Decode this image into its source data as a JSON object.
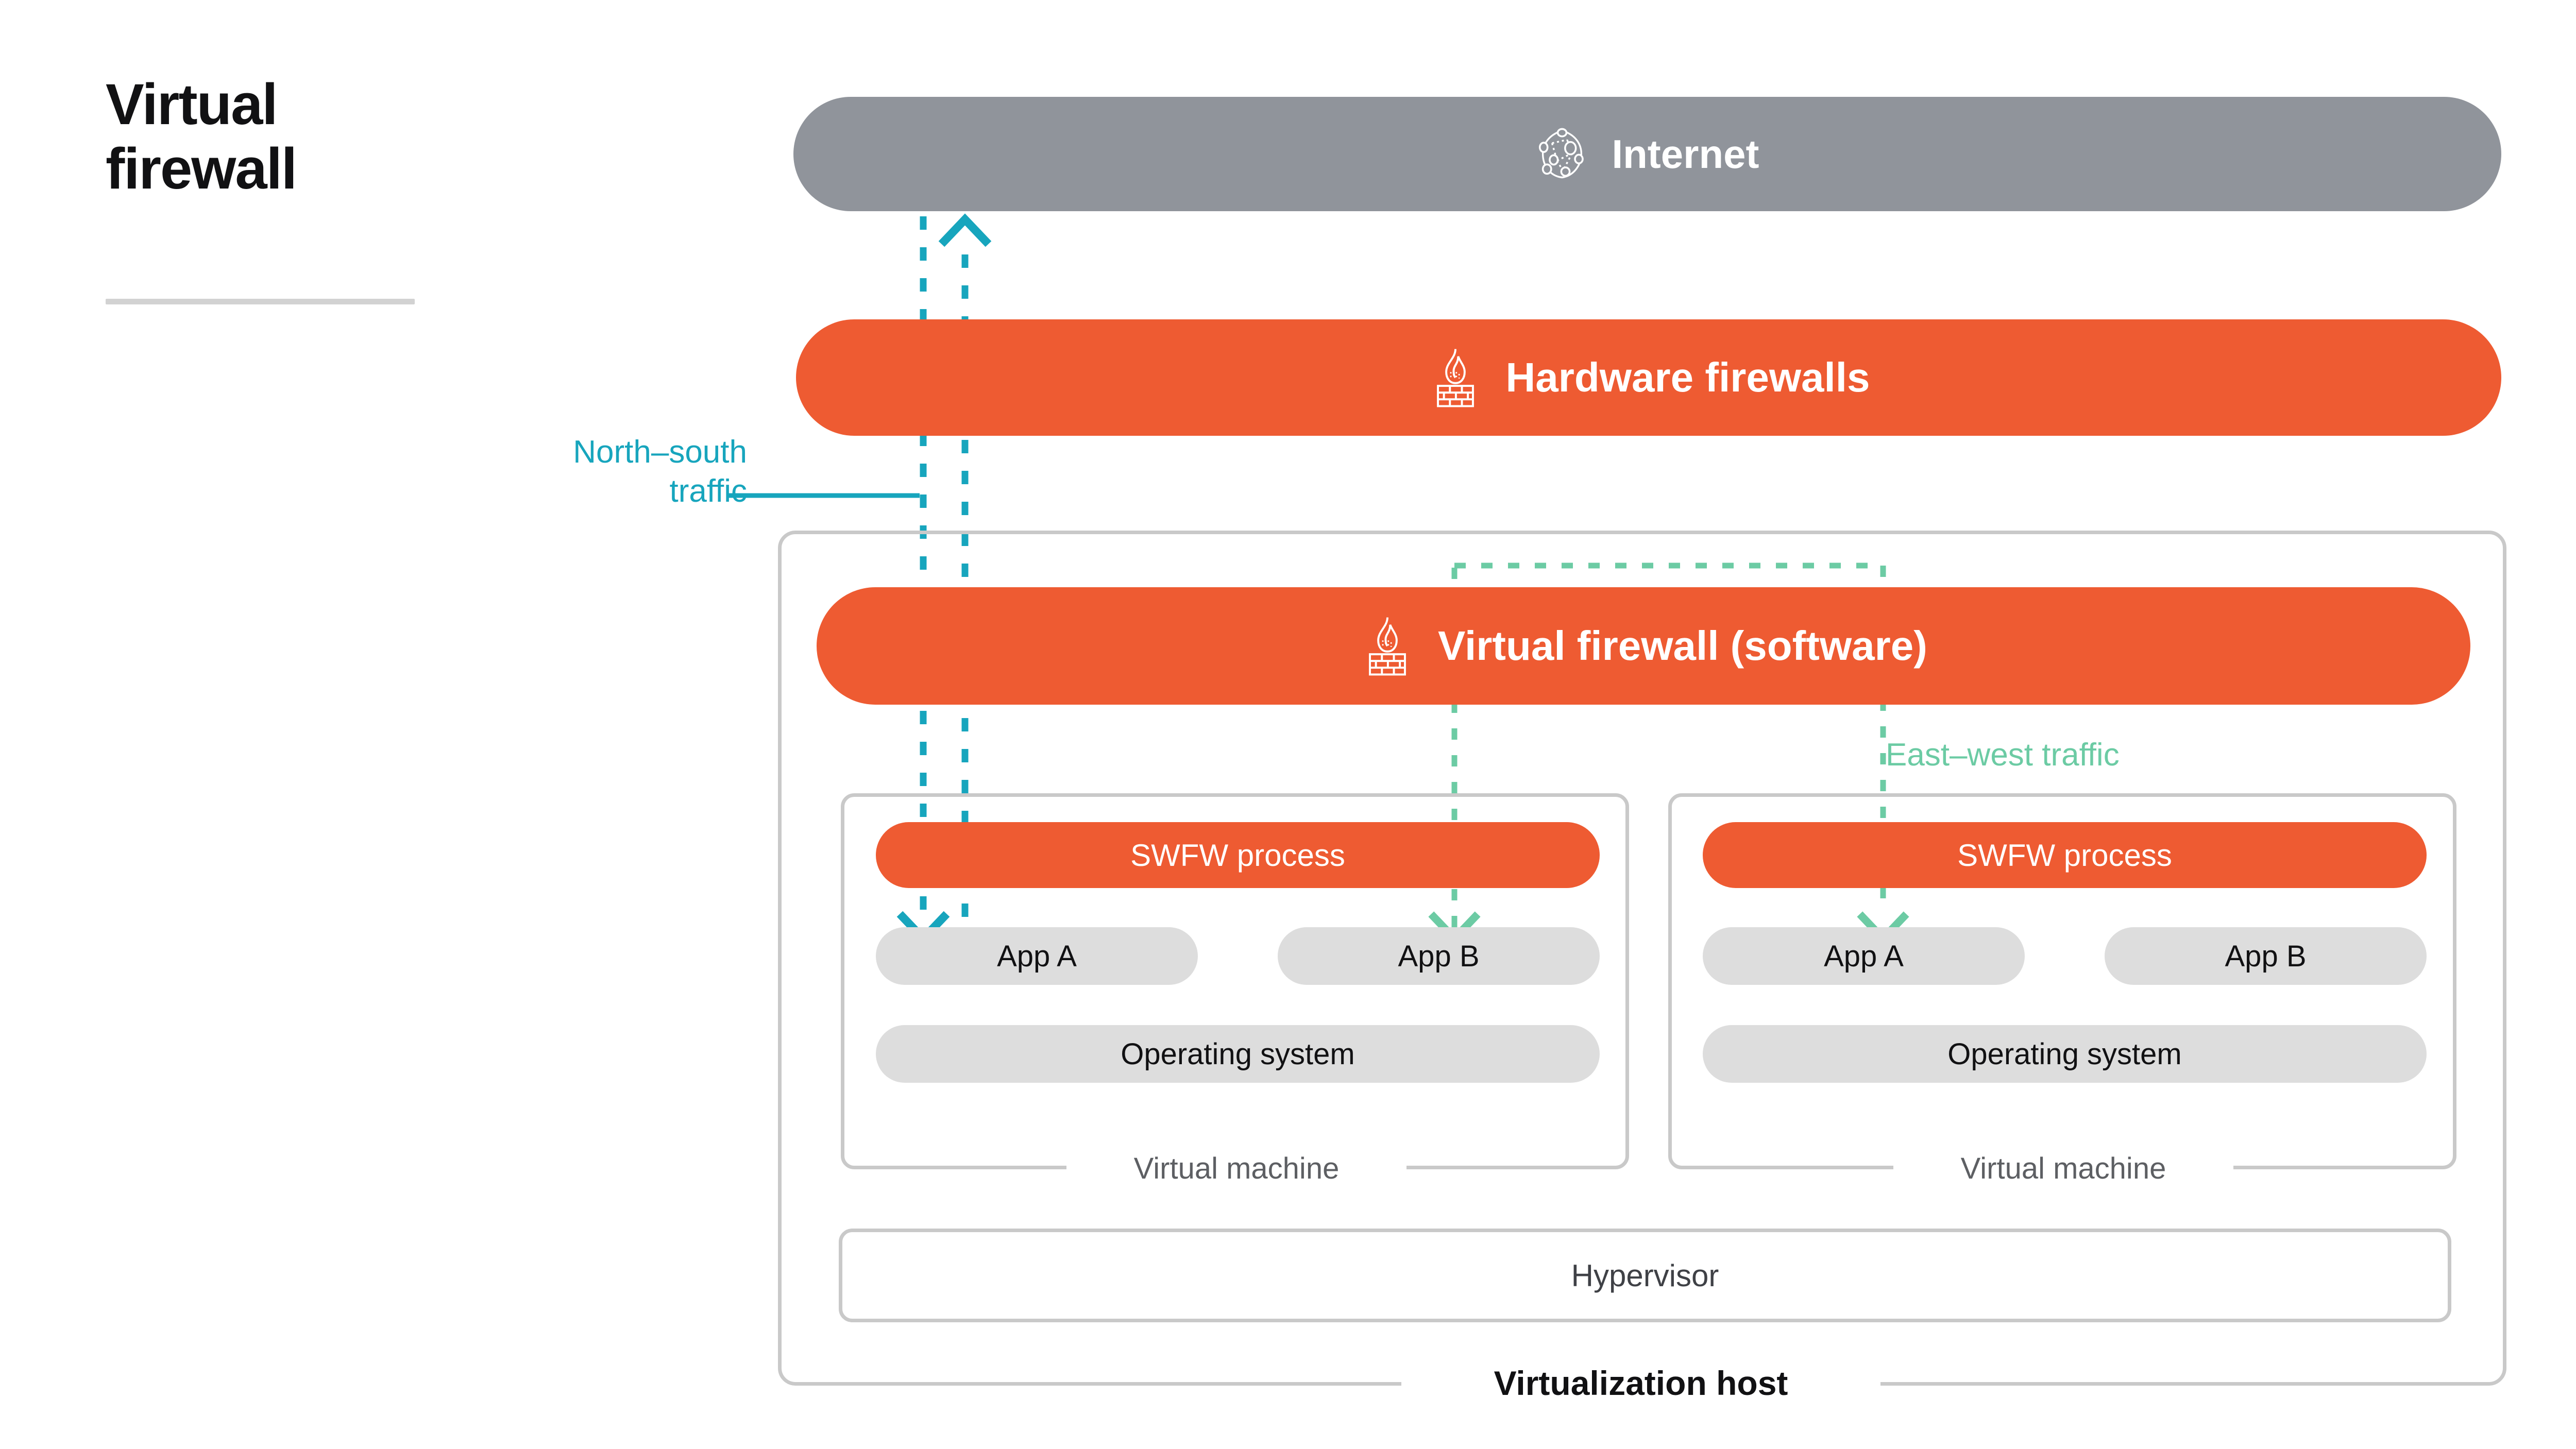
{
  "title": {
    "line1": "Virtual",
    "line2": "firewall"
  },
  "bars": {
    "internet": {
      "label": "Internet",
      "icon": "globe-network-icon",
      "color": "#90949b"
    },
    "hardware_firewall": {
      "label": "Hardware firewalls",
      "icon": "firewall-flame-brick-icon",
      "color": "#ee5b32"
    },
    "virtual_firewall": {
      "label": "Virtual firewall (software)",
      "icon": "firewall-flame-brick-icon",
      "color": "#ee5b32"
    }
  },
  "traffic": {
    "north_south": {
      "label_line1": "North–south",
      "label_line2": "traffic",
      "color": "#17a5bd"
    },
    "east_west": {
      "label": "East–west traffic",
      "color": "#6ccba4"
    }
  },
  "virtualization_host": {
    "label": "Virtualization host",
    "hypervisor": {
      "label": "Hypervisor"
    },
    "vms": [
      {
        "label": "Virtual machine",
        "swfw": "SWFW process",
        "apps": [
          "App A",
          "App B"
        ],
        "os": "Operating system"
      },
      {
        "label": "Virtual machine",
        "swfw": "SWFW process",
        "apps": [
          "App A",
          "App B"
        ],
        "os": "Operating system"
      }
    ]
  },
  "colors": {
    "orange": "#ee5b32",
    "gray_bar": "#90949b",
    "gray_pill": "#dddddd",
    "border_gray": "#c9c9c9",
    "cyan": "#17a5bd",
    "green": "#6ccba4"
  }
}
